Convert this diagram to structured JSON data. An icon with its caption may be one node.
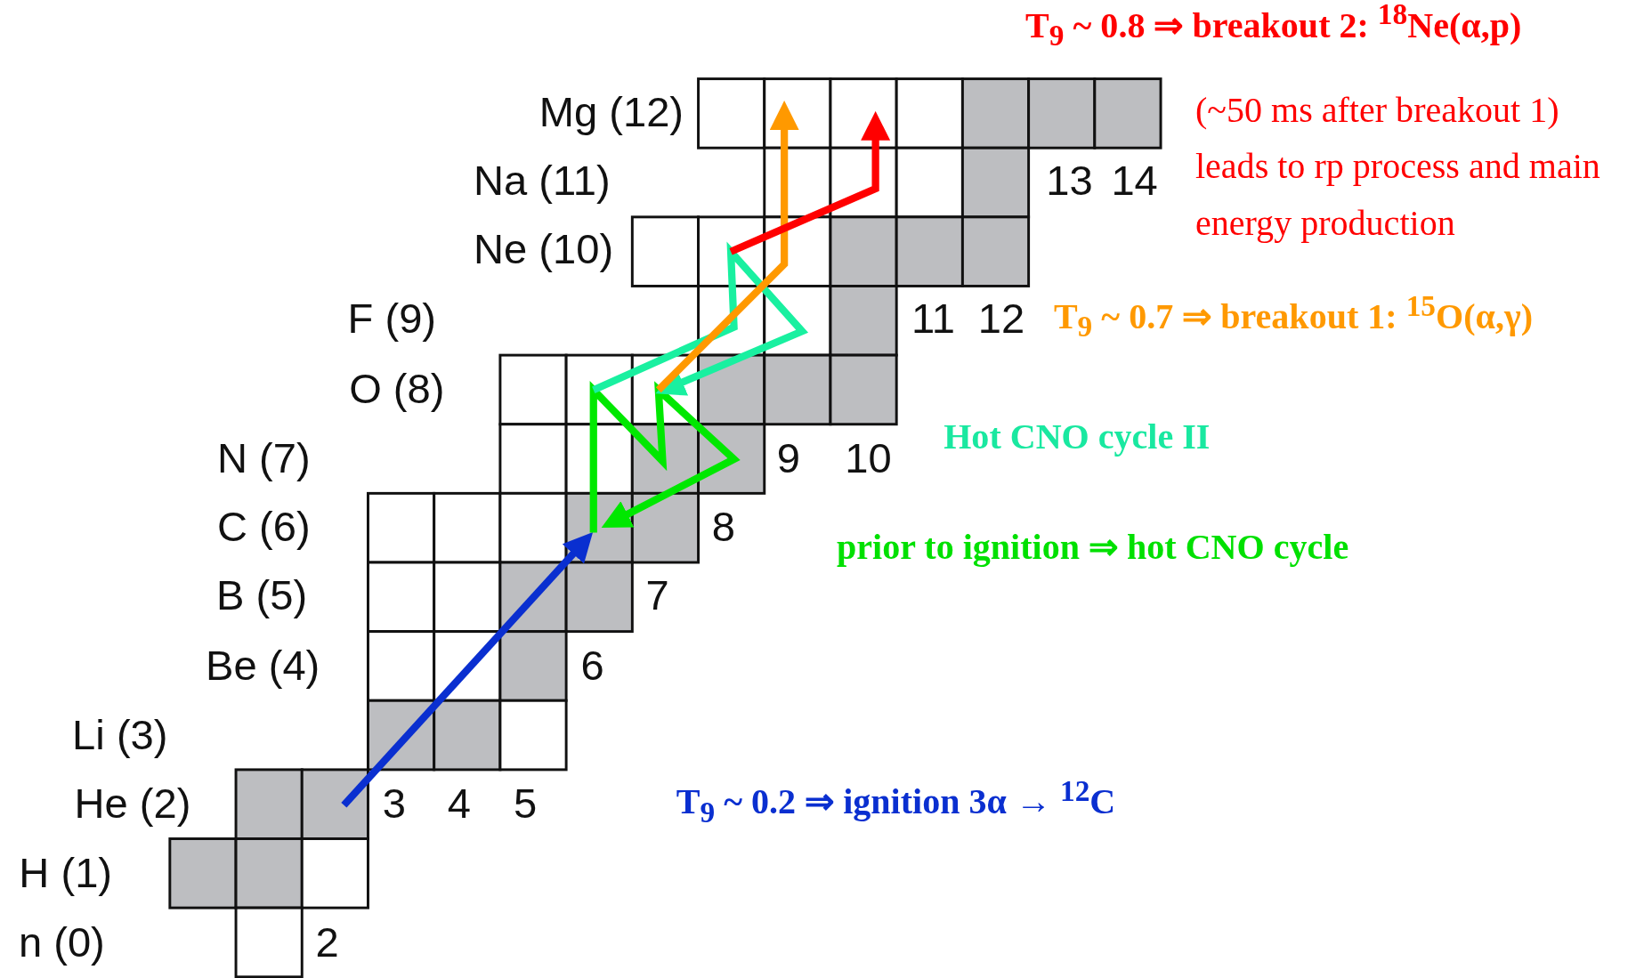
{
  "diagram": {
    "labels": [
      "T$_{9}$ ~ 0.8  ⇒ breakout 2: $^{18}$Ne(α,p)",
      "Mg (12)",
      "(~50 ms after breakout 1) leads to rp process and main energy production",
      "Na (11)",
      "13",
      "14",
      "Ne (10)",
      "F (9)",
      "11",
      "12",
      "T$_{9}$ ~ 0.7  ⇒ breakout 1: $^{15}$O(α,γ)",
      "O (8)",
      "N (7)",
      "9",
      "10",
      "Hot CNO cycle II",
      "C (6)",
      "8",
      "prior to ignition  ⇒  hot CNO cycle",
      "B (5)",
      "7",
      "Be (4)",
      "6",
      "Li (3)",
      "He (2)",
      "3",
      "4",
      "5",
      "T$_{9}$ ~ 0.2  ⇒  ignition 3α → $^{12}$C",
      "H (1)",
      "n (0)",
      "2"
    ]
  }
}
